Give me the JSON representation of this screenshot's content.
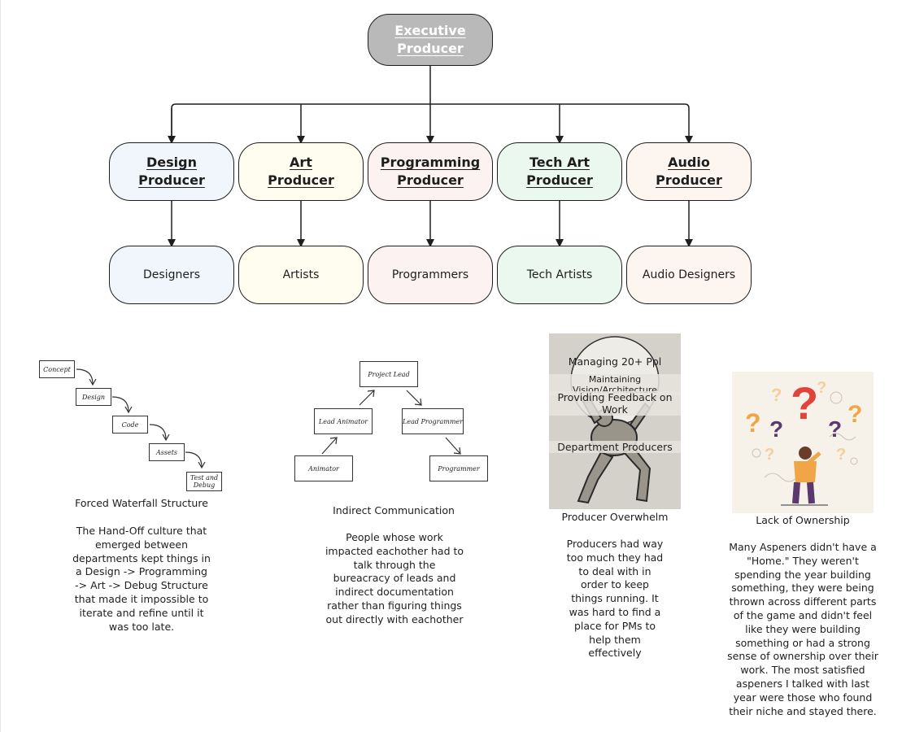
{
  "org_chart": {
    "root": {
      "label": "Executive \nProducer",
      "fill": "#b9b9b9"
    },
    "producers": [
      {
        "label": "Design \nProducer",
        "fill": "#f1f6fd"
      },
      {
        "label": "Art \nProducer",
        "fill": "#fefdf0"
      },
      {
        "label": "Programming \nProducer",
        "fill": "#fdf2f2"
      },
      {
        "label": "Tech Art \nProducer",
        "fill": "#eaf8ef"
      },
      {
        "label": "Audio \nProducer",
        "fill": "#fdf5f0"
      }
    ],
    "teams": [
      {
        "label": "Designers",
        "fill": "#f1f6fd"
      },
      {
        "label": "Artists",
        "fill": "#fefdf0"
      },
      {
        "label": "Programmers",
        "fill": "#fdf2f2"
      },
      {
        "label": "Tech Artists",
        "fill": "#eaf8ef"
      },
      {
        "label": "Audio Designers",
        "fill": "#fdf5f0"
      }
    ]
  },
  "panels": {
    "waterfall": {
      "steps": [
        "Concept",
        "Design",
        "Code",
        "Assets",
        "Test and\nDebug"
      ],
      "caption": "Forced Waterfall Structure",
      "description": "The Hand-Off culture that emerged between departments kept things in a Design -> Programming -> Art -> Debug Structure that made it impossible to iterate and refine until it was too late."
    },
    "indirect": {
      "boxes": [
        "Project Lead",
        "Lead Animator",
        "Lead Programmer",
        "Animator",
        "Programmer"
      ],
      "caption": "Indirect Communication",
      "description": "People whose work impacted eachother had to talk through the bureacracy of leads and indirect documentation rather than figuring things out directly with eachother"
    },
    "overwhelm": {
      "overlay": [
        "Managing 20+ Ppl",
        "Maintaining Vision/Architecture",
        "Providing Feedback on Work",
        "Department Producers"
      ],
      "caption": "Producer Overwhelm",
      "description": "Producers had way too much they had to deal with in order to keep things running. It was hard to find a place for PMs to help them effectively"
    },
    "ownership": {
      "caption": "Lack of Ownership",
      "description": "Many Aspeners didn't have a \"Home.\" They weren't spending the year building something, they were being thrown across different parts of the game and didn't feel like they were building something or had a strong sense of ownership over their work. The most satisfied aspeners I talked with last year were those who found their niche and stayed there."
    }
  }
}
